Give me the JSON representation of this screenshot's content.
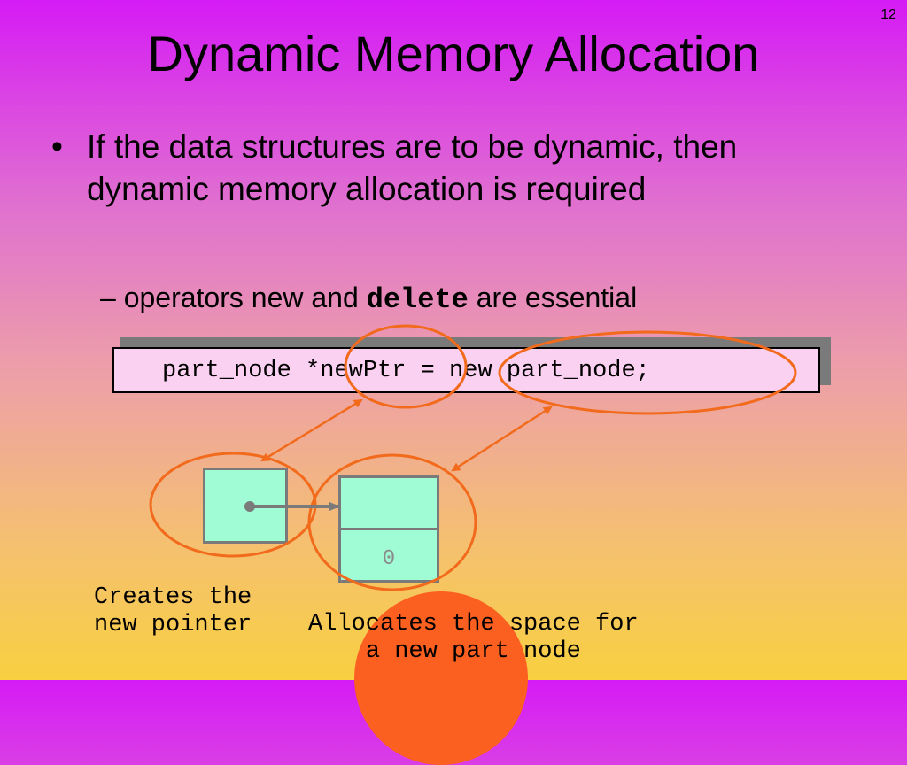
{
  "slide": {
    "number": "12",
    "title": "Dynamic Memory Allocation"
  },
  "bullets": {
    "main_marker": "•",
    "main_text": "If the data structures are to be dynamic, then dynamic memory allocation is required",
    "sub_prefix": "– operators new and ",
    "sub_keyword": "delete",
    "sub_suffix": " are essential"
  },
  "code": {
    "statement": "part_node *newPtr = new part_node;"
  },
  "diagram": {
    "node_value": "0",
    "caption_pointer": "Creates the\nnew pointer",
    "caption_node": "Allocates the space for\na new part node",
    "colors": {
      "highlight_circle": "#f26a1b",
      "cell_fill": "#a0fcd4",
      "cell_border": "#7a7a7a",
      "code_bg": "#fbd1f1",
      "sun": "#fc6020"
    }
  }
}
